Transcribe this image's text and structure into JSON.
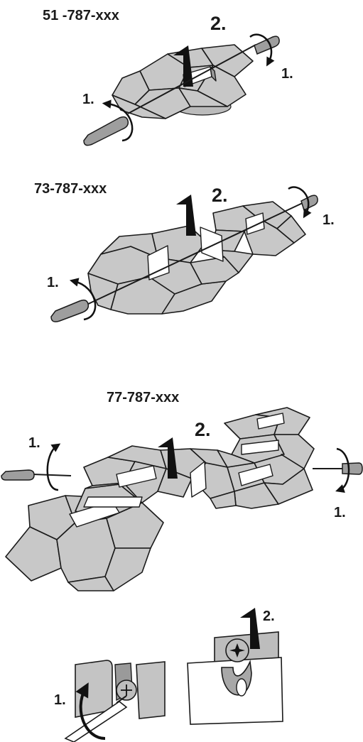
{
  "colors": {
    "tile_fill": "#c8c8c8",
    "tile_stroke": "#1a1a1a",
    "tile_edge": "#555555",
    "plate_fill": "#d9d9d9",
    "clip_fill": "#ffffff",
    "arrow_fill": "#111111",
    "metal_fill": "#b8b8b8"
  },
  "icons": {
    "screwdriver": "screwdriver-icon",
    "rotate_arrow": "rotate-arrow-icon",
    "lift_arrow": "up-arrow-icon",
    "screw": "screw-icon"
  },
  "panels": [
    {
      "model": "51 -787-xxx",
      "step_rotate": "1.",
      "step_lift": "2."
    },
    {
      "model": "73-787-xxx",
      "step_rotate": "1.",
      "step_lift": "2."
    },
    {
      "model": "77-787-xxx",
      "step_rotate": "1.",
      "step_lift": "2."
    }
  ],
  "detail": {
    "step_rotate": "1.",
    "step_lift": "2."
  }
}
